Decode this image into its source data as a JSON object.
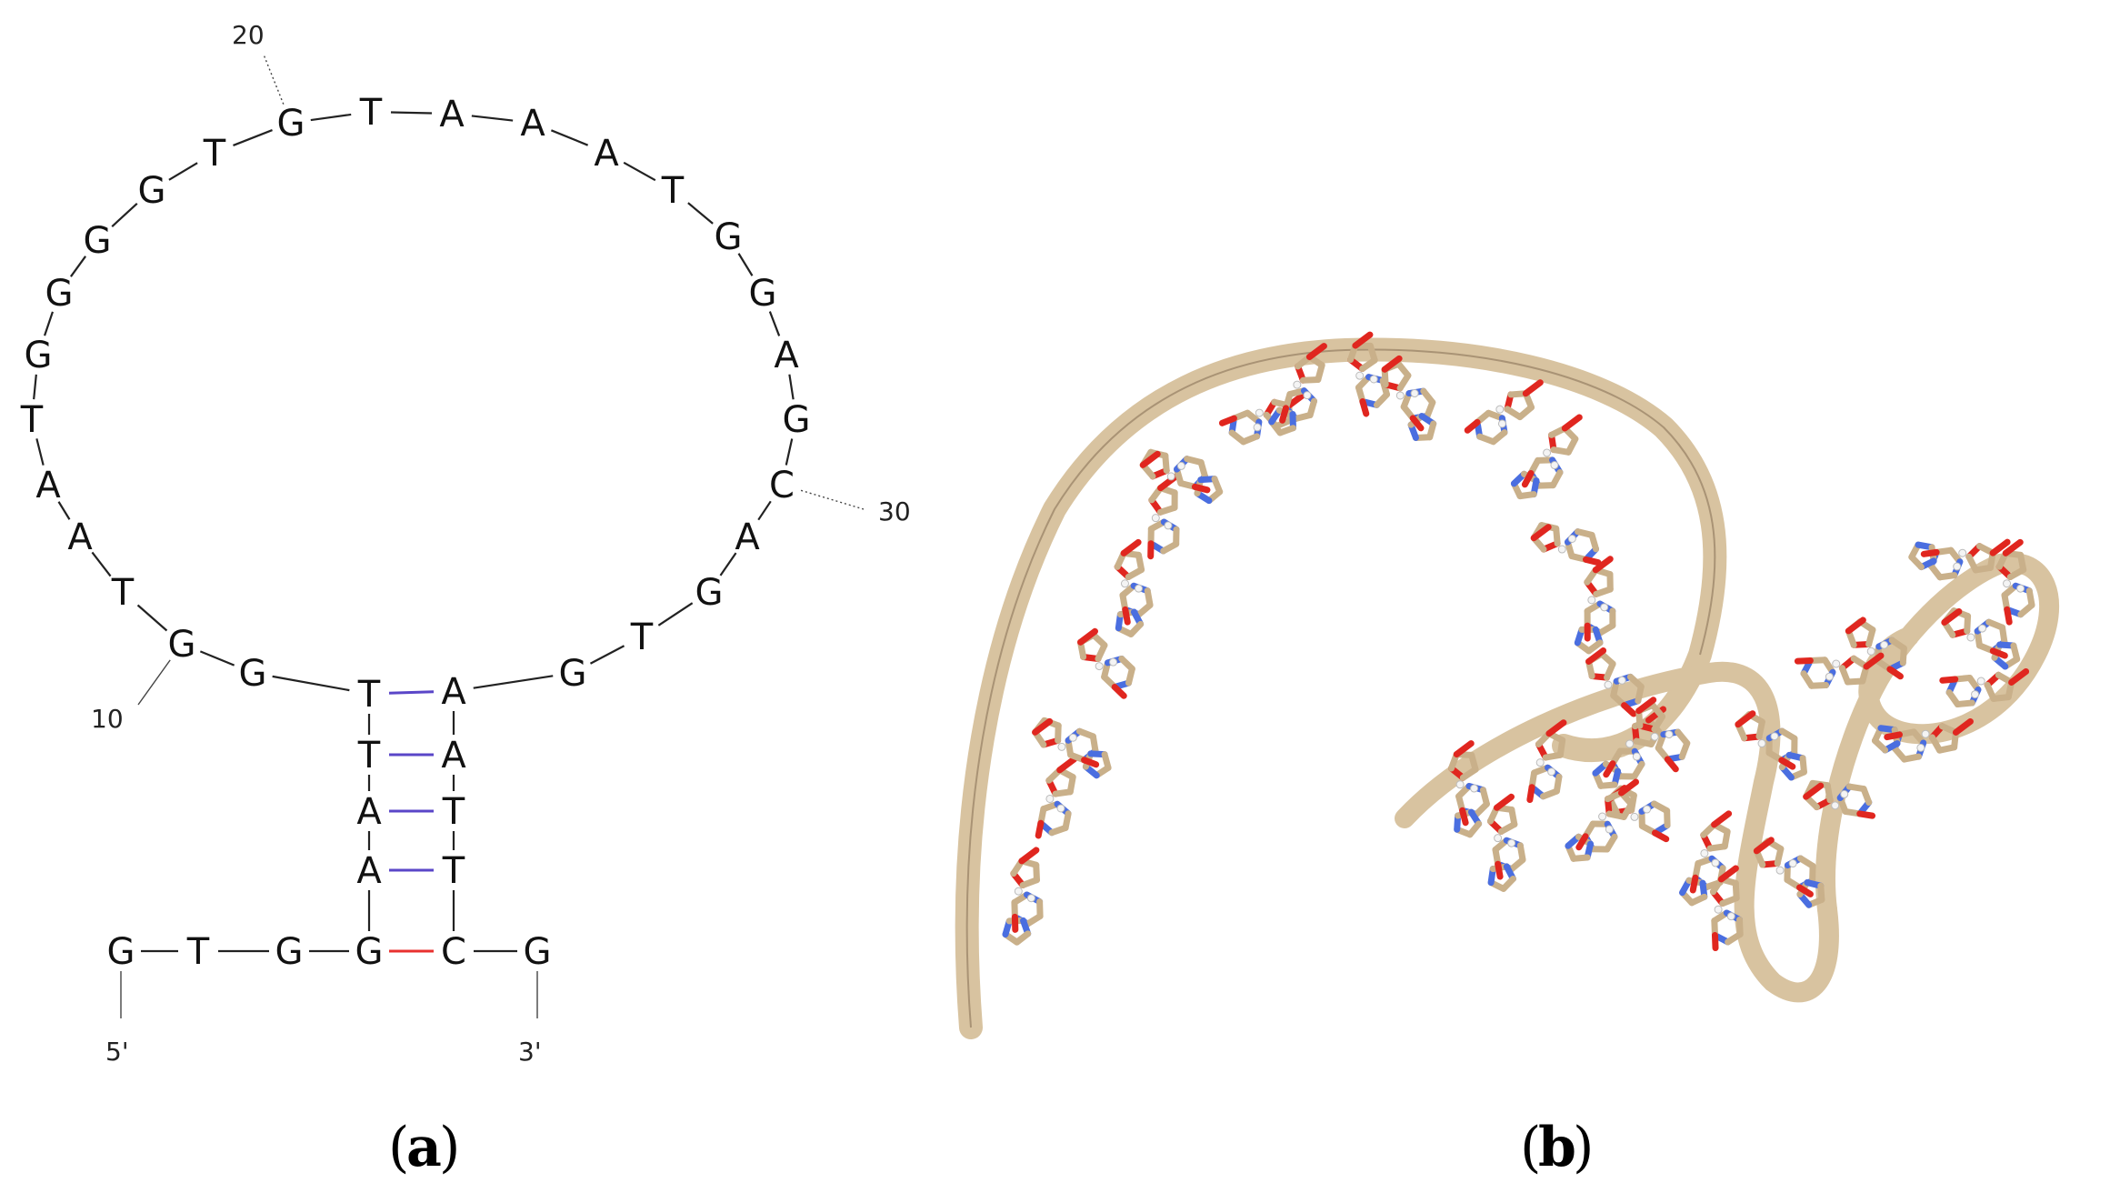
{
  "panel_a": {
    "sequence": [
      {
        "n": 1,
        "b": "G"
      },
      {
        "n": 2,
        "b": "T"
      },
      {
        "n": 3,
        "b": "G"
      },
      {
        "n": 4,
        "b": "G"
      },
      {
        "n": 5,
        "b": "A"
      },
      {
        "n": 6,
        "b": "A"
      },
      {
        "n": 7,
        "b": "T"
      },
      {
        "n": 8,
        "b": "T"
      },
      {
        "n": 9,
        "b": "G"
      },
      {
        "n": 10,
        "b": "G"
      },
      {
        "n": 11,
        "b": "T"
      },
      {
        "n": 12,
        "b": "A"
      },
      {
        "n": 13,
        "b": "A"
      },
      {
        "n": 14,
        "b": "T"
      },
      {
        "n": 15,
        "b": "G"
      },
      {
        "n": 16,
        "b": "G"
      },
      {
        "n": 17,
        "b": "G"
      },
      {
        "n": 18,
        "b": "G"
      },
      {
        "n": 19,
        "b": "T"
      },
      {
        "n": 20,
        "b": "G"
      },
      {
        "n": 21,
        "b": "T"
      },
      {
        "n": 22,
        "b": "A"
      },
      {
        "n": 23,
        "b": "A"
      },
      {
        "n": 24,
        "b": "A"
      },
      {
        "n": 25,
        "b": "T"
      },
      {
        "n": 26,
        "b": "G"
      },
      {
        "n": 27,
        "b": "G"
      },
      {
        "n": 28,
        "b": "A"
      },
      {
        "n": 29,
        "b": "G"
      },
      {
        "n": 30,
        "b": "C"
      },
      {
        "n": 31,
        "b": "A"
      },
      {
        "n": 32,
        "b": "G"
      },
      {
        "n": 33,
        "b": "T"
      },
      {
        "n": 34,
        "b": "G"
      },
      {
        "n": 35,
        "b": "A"
      },
      {
        "n": 36,
        "b": "A"
      },
      {
        "n": 37,
        "b": "T"
      },
      {
        "n": 38,
        "b": "T"
      },
      {
        "n": 39,
        "b": "C"
      },
      {
        "n": 40,
        "b": "G"
      }
    ],
    "pairs": [
      {
        "i": 4,
        "j": 39,
        "color": "#e8312f"
      },
      {
        "i": 5,
        "j": 38,
        "color": "#5a46c8"
      },
      {
        "i": 6,
        "j": 37,
        "color": "#5a46c8"
      },
      {
        "i": 7,
        "j": 36,
        "color": "#5a46c8"
      },
      {
        "i": 8,
        "j": 35,
        "color": "#5a46c8"
      }
    ],
    "position_labels": [
      "10",
      "20",
      "30"
    ],
    "end_labels": {
      "five_prime": "5'",
      "three_prime": "3'"
    }
  },
  "panel_b": {
    "colors": {
      "ribbon": "#d8c3a0",
      "carbon": "#c9b08a",
      "nitrogen": "#4a6ee0",
      "oxygen": "#e0261f",
      "hydrogen": "#f4f4f4"
    }
  },
  "captions": {
    "a": {
      "open": "(",
      "letter": "a",
      "close": ")"
    },
    "b": {
      "open": "(",
      "letter": "b",
      "close": ")"
    }
  }
}
